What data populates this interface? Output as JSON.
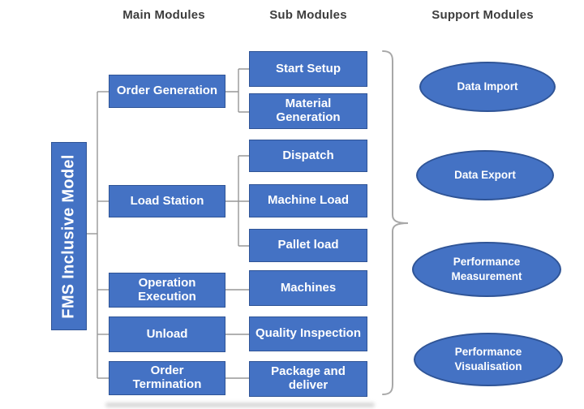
{
  "headers": {
    "main": "Main Modules",
    "sub": "Sub Modules",
    "support": "Support Modules"
  },
  "root": {
    "label": "FMS Inclusive Model"
  },
  "main_modules": [
    {
      "label": "Order Generation"
    },
    {
      "label": "Load Station"
    },
    {
      "label": "Operation Execution"
    },
    {
      "label": "Unload"
    },
    {
      "label": "Order Termination"
    }
  ],
  "sub_modules": [
    {
      "label": "Start Setup",
      "parent": "Order Generation"
    },
    {
      "label": "Material Generation",
      "parent": "Order Generation"
    },
    {
      "label": "Dispatch",
      "parent": "Load Station"
    },
    {
      "label": "Machine Load",
      "parent": "Load Station"
    },
    {
      "label": "Pallet load",
      "parent": "Load Station"
    },
    {
      "label": "Machines",
      "parent": "Operation Execution"
    },
    {
      "label": "Quality Inspection",
      "parent": "Unload"
    },
    {
      "label": "Package and deliver",
      "parent": "Order Termination"
    }
  ],
  "support_modules": [
    {
      "label": "Data Import"
    },
    {
      "label": "Data Export"
    },
    {
      "label": "Performance Measurement"
    },
    {
      "label": "Performance Visualisation"
    }
  ],
  "colors": {
    "node_fill": "#4472C4",
    "node_border": "#2F5496",
    "node_text": "#FFFFFF",
    "connector": "#979797",
    "brace": "#A8A8A8",
    "header_text": "#3D3D3D",
    "background": "#FFFFFF"
  }
}
